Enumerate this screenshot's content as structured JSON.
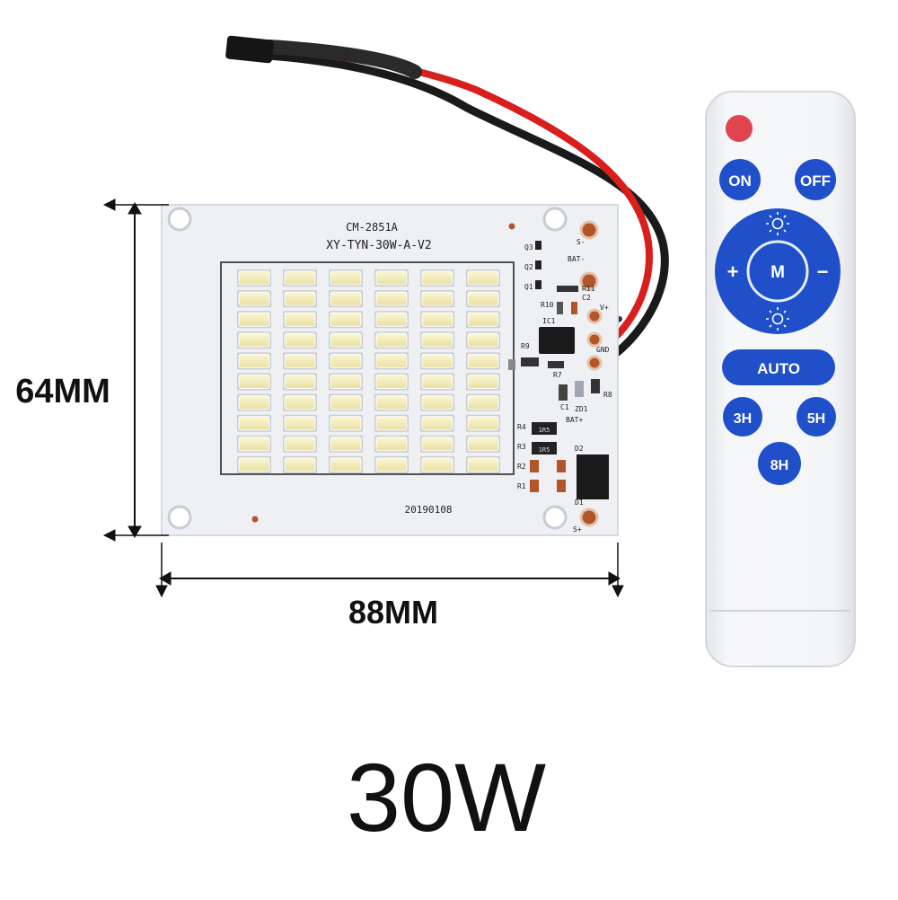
{
  "dimensions": {
    "height_label": "64MM",
    "width_label": "88MM"
  },
  "wattage": "30W",
  "pcb": {
    "model": "CM-2851A",
    "version": "XY-TYN-30W-A-V2",
    "date_code": "20190108",
    "labels": {
      "s_minus": "S-",
      "bat_minus": "BAT-",
      "bat_plus": "BAT+",
      "s_plus": "S+",
      "v_plus": "V+",
      "gnd": "GND",
      "q3": "Q3",
      "q2": "Q2",
      "q1": "Q1",
      "r10": "R10",
      "r11": "R11",
      "c2": "C2",
      "ic1": "IC1",
      "r9": "R9",
      "r7": "R7",
      "r8": "R8",
      "c1": "C1",
      "zd1": "ZD1",
      "r4": "R4",
      "r3": "R3",
      "r2": "R2",
      "r1": "R1",
      "d2": "D2",
      "d1": "D1",
      "res_mark_1": "1R5",
      "res_mark_2": "1R5"
    },
    "led_rows": 10,
    "led_cols": 6
  },
  "remote": {
    "on": "ON",
    "off": "OFF",
    "plus": "+",
    "minus": "−",
    "mode": "M",
    "auto": "AUTO",
    "h3": "3H",
    "h5": "5H",
    "h8": "8H"
  },
  "colors": {
    "button_blue": "#1f4fc9",
    "power_red": "#e0454f",
    "pcb_white": "#eef0f4",
    "led_yellow": "#f3ecb4",
    "wire_red": "#d91e1e",
    "wire_black": "#1a1a1a"
  }
}
